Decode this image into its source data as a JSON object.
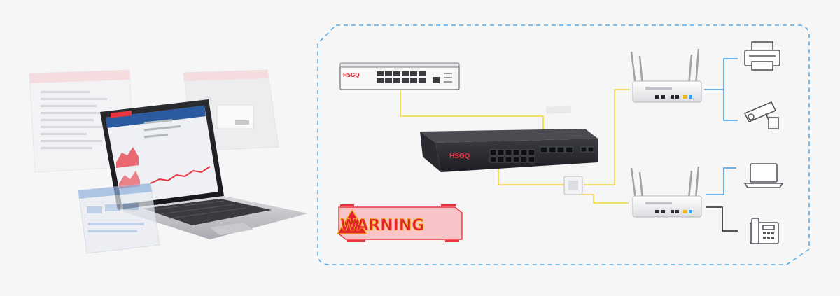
{
  "warning": {
    "text": "WARNING"
  },
  "brands": {
    "switch_top": "HSGQ",
    "switch_main": "HSGQ"
  },
  "colors": {
    "background": "#f6f6f7",
    "dashed_border": "#5aaee8",
    "fiber_link": "#f3d43a",
    "blue_link": "#3b9ee6",
    "phone_link": "#222222",
    "warning_bg": "#f7c5c8",
    "warning_stroke": "#e8343f",
    "warning_text": "#e2202f",
    "warning_outline": "#f2b51a"
  },
  "icons": {
    "laptop": "laptop-management-icon",
    "switch_small": "sfp-switch-icon",
    "switch_main": "olt-switch-icon",
    "splitter": "optical-splitter-icon",
    "router": "onu-router-icon",
    "printer": "printer-icon",
    "camera": "cctv-camera-icon",
    "pc": "laptop-icon",
    "phone": "desk-phone-icon"
  }
}
